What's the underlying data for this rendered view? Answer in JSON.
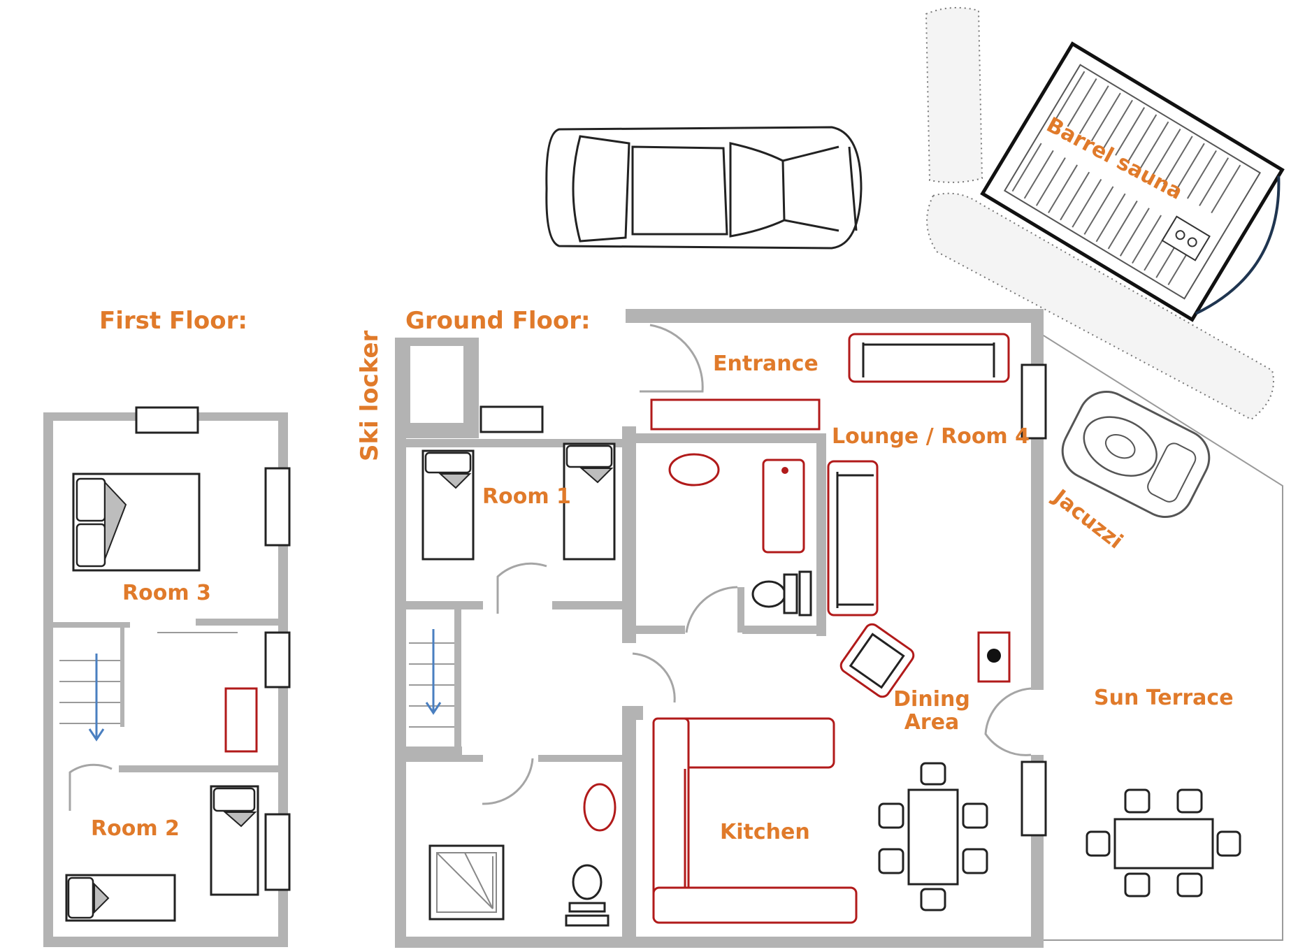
{
  "headers": {
    "first_floor": "First Floor:",
    "ground_floor": "Ground Floor:"
  },
  "rooms": {
    "ski_locker": "Ski locker",
    "entrance": "Entrance",
    "lounge": "Lounge / Room 4",
    "room1": "Room 1",
    "room2": "Room 2",
    "room3": "Room 3",
    "kitchen": "Kitchen",
    "dining_line1": "Dining",
    "dining_line2": "Area",
    "sun_terrace": "Sun Terrace",
    "barrel_sauna": "Barrel sauna",
    "jacuzzi": "Jacuzzi"
  },
  "colors": {
    "label": "#e07a2a",
    "wall": "#b3b3b3",
    "furniture": "#b11a1a",
    "stair_arrow": "#4a7fc0"
  }
}
